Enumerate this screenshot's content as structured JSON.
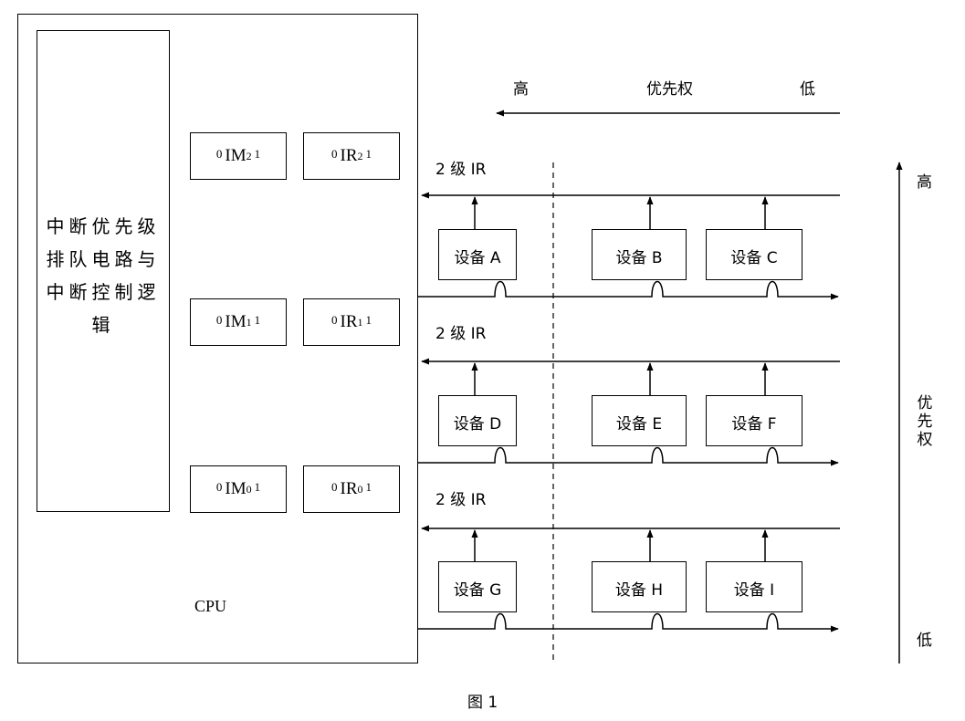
{
  "control_block": {
    "label": "中断优先级排队电路与中断控制逻辑"
  },
  "cpu": {
    "label": "CPU"
  },
  "levels": [
    {
      "im": "IM",
      "ir": "IR",
      "sub": "2",
      "zero": "0",
      "one": "1",
      "ir_label": "2 级 IR"
    },
    {
      "im": "IM",
      "ir": "IR",
      "sub": "1",
      "zero": "0",
      "one": "1",
      "ir_label": "2 级 IR"
    },
    {
      "im": "IM",
      "ir": "IR",
      "sub": "0",
      "zero": "0",
      "one": "1",
      "ir_label": "2 级 IR"
    }
  ],
  "devices": [
    [
      "设备 A",
      "设备 B",
      "设备 C"
    ],
    [
      "设备 D",
      "设备 E",
      "设备 F"
    ],
    [
      "设备 G",
      "设备 H",
      "设备 I"
    ]
  ],
  "priority_horizontal": {
    "high": "高",
    "label": "优先权",
    "low": "低"
  },
  "priority_vertical": {
    "high": "高",
    "label": "优先权",
    "low": "低"
  },
  "caption": "图 1"
}
